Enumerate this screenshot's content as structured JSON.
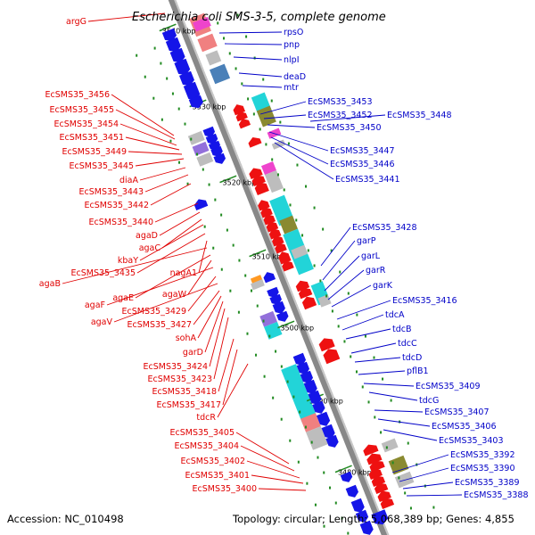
{
  "title": "Escherichia coli SMS-3-5, complete genome",
  "footer": {
    "accession": "Accession: NC_010498",
    "topology": "Topology: circular; Length: 5,068,389 bp; Genes: 4,855"
  },
  "ticks": [
    "3540 kbp",
    "3530 kbp",
    "3520 kbp",
    "3510 kbp",
    "3500 kbp",
    "3490 kbp",
    "3480 kbp"
  ],
  "left_labels": [
    "argG",
    "EcSMS35_3456",
    "EcSMS35_3455",
    "EcSMS35_3454",
    "EcSMS35_3451",
    "EcSMS35_3449",
    "EcSMS35_3445",
    "diaA",
    "EcSMS35_3443",
    "EcSMS35_3442",
    "EcSMS35_3440",
    "agaD",
    "agaC",
    "kbaY",
    "EcSMS35_3435",
    "nagA1",
    "agaB",
    "agaE",
    "agaW",
    "agaF",
    "EcSMS35_3429",
    "agaV",
    "EcSMS35_3427",
    "sohA",
    "garD",
    "EcSMS35_3424",
    "EcSMS35_3423",
    "EcSMS35_3418",
    "EcSMS35_3417",
    "tdcR",
    "EcSMS35_3405",
    "EcSMS35_3404",
    "EcSMS35_3402",
    "EcSMS35_3401",
    "EcSMS35_3400"
  ],
  "right_labels": [
    "rpsO",
    "pnp",
    "nlpI",
    "deaD",
    "mtr",
    "EcSMS35_3453",
    "EcSMS35_3452",
    "EcSMS35_3448",
    "EcSMS35_3450",
    "EcSMS35_3447",
    "EcSMS35_3446",
    "EcSMS35_3441",
    "EcSMS35_3428",
    "garP",
    "garL",
    "garR",
    "garK",
    "EcSMS35_3416",
    "tdcA",
    "tdcB",
    "tdcC",
    "tdcD",
    "pflB1",
    "EcSMS35_3409",
    "tdcG",
    "EcSMS35_3407",
    "EcSMS35_3406",
    "EcSMS35_3403",
    "EcSMS35_3392",
    "EcSMS35_3390",
    "EcSMS35_3389",
    "EcSMS35_3388"
  ],
  "colors": {
    "forward_gene": "#ee1111",
    "reverse_gene": "#1515e8",
    "left_label": "#e00000",
    "right_label": "#0000c8",
    "backbone": "#888888",
    "tick": "#228b22",
    "cog_cyan": "#22d4d8",
    "cog_olive": "#8a8a30",
    "cog_gray": "#bdbdbd",
    "cog_pink": "#f08080",
    "cog_steelblue": "#4a80b8",
    "cog_purple": "#9370db",
    "cog_magenta": "#ee44cc",
    "cog_orange": "#ff9922"
  }
}
